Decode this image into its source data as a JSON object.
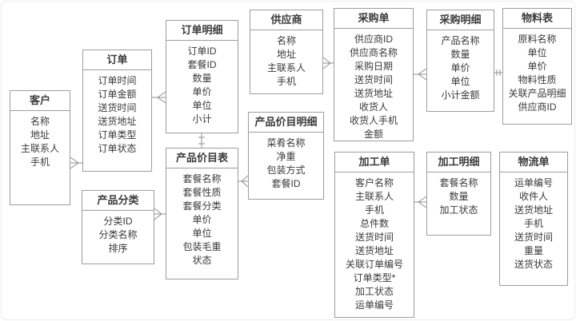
{
  "diagram_type": "entity-relationship-diagram",
  "colors": {
    "background": "#ffffff",
    "border": "#9d9d9d",
    "line": "#8f8f8f",
    "text": "#3a3a3a"
  },
  "entities": [
    {
      "id": "customer",
      "title": "客户",
      "fields": [
        "名称",
        "地址",
        "主联系人",
        "手机"
      ]
    },
    {
      "id": "order",
      "title": "订单",
      "fields": [
        "订单时间",
        "订单金额",
        "送货时间",
        "送货地址",
        "订单类型",
        "订单状态"
      ]
    },
    {
      "id": "order_detail",
      "title": "订单明细",
      "fields": [
        "订单ID",
        "套餐ID",
        "数量",
        "单价",
        "单位",
        "小计"
      ]
    },
    {
      "id": "product_category",
      "title": "产品分类",
      "fields": [
        "分类ID",
        "分类名称",
        "排序"
      ]
    },
    {
      "id": "product_price_list",
      "title": "产品价目表",
      "fields": [
        "套餐名称",
        "套餐性质",
        "套餐分类",
        "单价",
        "单位",
        "包装毛重",
        "状态"
      ]
    },
    {
      "id": "supplier",
      "title": "供应商",
      "fields": [
        "名称",
        "地址",
        "主联系人",
        "手机"
      ]
    },
    {
      "id": "product_price_detail",
      "title": "产品价目明细",
      "fields": [
        "菜肴名称",
        "净重",
        "包装方式",
        "套餐ID"
      ]
    },
    {
      "id": "purchase_order",
      "title": "采购单",
      "fields": [
        "供应商ID",
        "供应商名称",
        "采购日期",
        "送货时间",
        "送货地址",
        "收货人",
        "收货人手机",
        "金额"
      ]
    },
    {
      "id": "purchase_detail",
      "title": "采购明细",
      "fields": [
        "产品名称",
        "数量",
        "单价",
        "单位",
        "小计金额"
      ]
    },
    {
      "id": "material_table",
      "title": "物料表",
      "fields": [
        "原料名称",
        "单位",
        "单价",
        "物料性质",
        "关联产品明细",
        "供应商ID"
      ]
    },
    {
      "id": "processing_order",
      "title": "加工单",
      "fields": [
        "客户名称",
        "主联系人",
        "手机",
        "总件数",
        "送货时间",
        "送货地址",
        "关联订单编号",
        "订单类型*",
        "加工状态",
        "运单编号"
      ]
    },
    {
      "id": "processing_detail",
      "title": "加工明细",
      "fields": [
        "套餐名称",
        "数量",
        "加工状态"
      ]
    },
    {
      "id": "logistics_order",
      "title": "物流单",
      "fields": [
        "运单编号",
        "收件人",
        "送货地址",
        "手机",
        "送货时间",
        "重量",
        "送货状态"
      ]
    }
  ],
  "relationships": [
    {
      "between": [
        "客户",
        "订单"
      ],
      "notation": "crow-foot",
      "crow_foot_side": "客户"
    },
    {
      "between": [
        "订单",
        "订单明细"
      ],
      "notation": "crow-foot",
      "crow_foot_side": "订单明细"
    },
    {
      "between": [
        "订单明细",
        "产品价目表"
      ],
      "notation": "one-to-one",
      "orientation": "vertical"
    },
    {
      "between": [
        "产品分类",
        "产品价目表"
      ],
      "notation": "crow-foot",
      "crow_foot_side": "产品分类"
    },
    {
      "between": [
        "产品价目表",
        "产品价目明细"
      ],
      "notation": "crow-foot",
      "crow_foot_side": "产品价目明细"
    },
    {
      "between": [
        "供应商",
        "采购单"
      ],
      "notation": "crow-foot",
      "crow_foot_side": "供应商"
    },
    {
      "between": [
        "采购单",
        "采购明细"
      ],
      "notation": "crow-foot",
      "crow_foot_side": "采购明细"
    },
    {
      "between": [
        "采购明细",
        "物料表"
      ],
      "notation": "one-to-one",
      "orientation": "horizontal"
    },
    {
      "between": [
        "加工单",
        "加工明细"
      ],
      "notation": "crow-foot",
      "crow_foot_side": "加工明细"
    }
  ]
}
